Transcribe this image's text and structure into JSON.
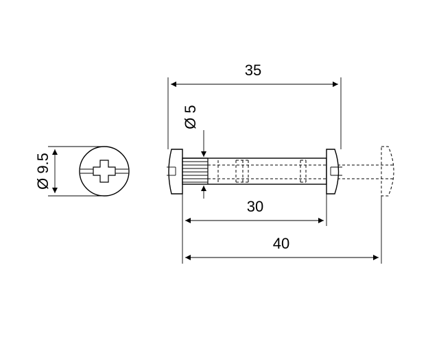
{
  "dimensions": {
    "overall_length": "35",
    "inner_diameter": "Ø 5",
    "head_diameter": "Ø 9.5",
    "sleeve_length": "30",
    "extended_length": "40"
  },
  "colors": {
    "line": "#000000",
    "background": "#ffffff"
  },
  "icons": [
    "phillips-cross-icon"
  ]
}
